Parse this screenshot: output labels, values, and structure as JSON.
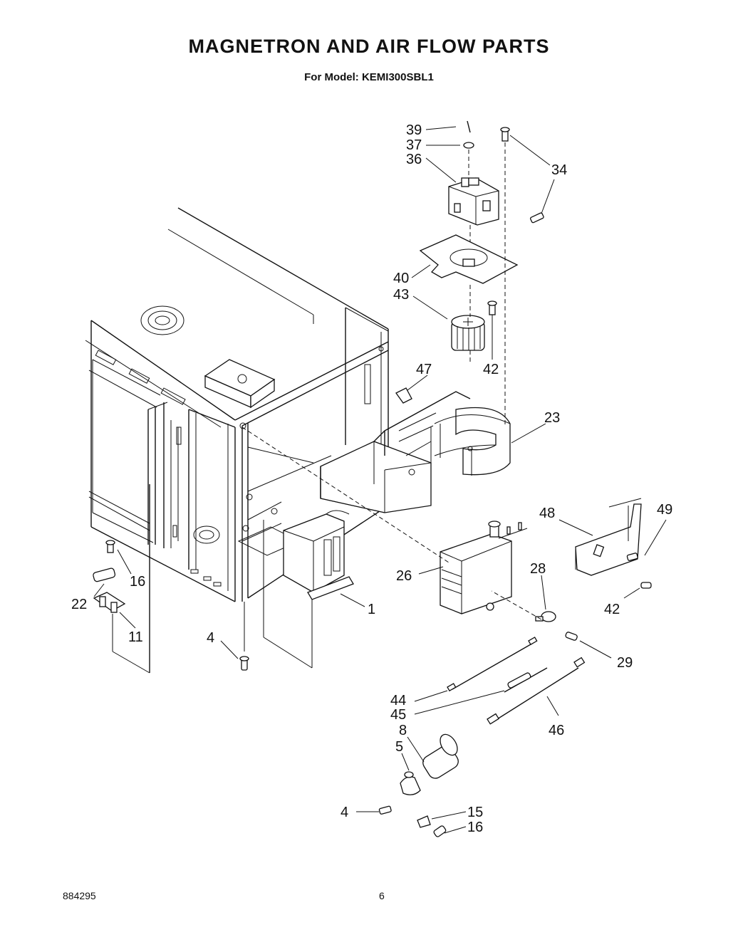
{
  "header": {
    "title": "MAGNETRON AND AIR FLOW PARTS",
    "subtitle": "For Model: KEMI300SBL1"
  },
  "footer": {
    "doc_number": "884295",
    "page_number": "6"
  },
  "callouts": {
    "c39": "39",
    "c37": "37",
    "c36": "36",
    "c34": "34",
    "c40": "40",
    "c43": "43",
    "c42a": "42",
    "c47": "47",
    "c23": "23",
    "c48": "48",
    "c49": "49",
    "c26": "26",
    "c28": "28",
    "c42b": "42",
    "c16a": "16",
    "c22": "22",
    "c11": "11",
    "c1": "1",
    "c4a": "4",
    "c29": "29",
    "c44": "44",
    "c45": "45",
    "c46": "46",
    "c8": "8",
    "c5": "5",
    "c4b": "4",
    "c15": "15",
    "c16b": "16"
  }
}
